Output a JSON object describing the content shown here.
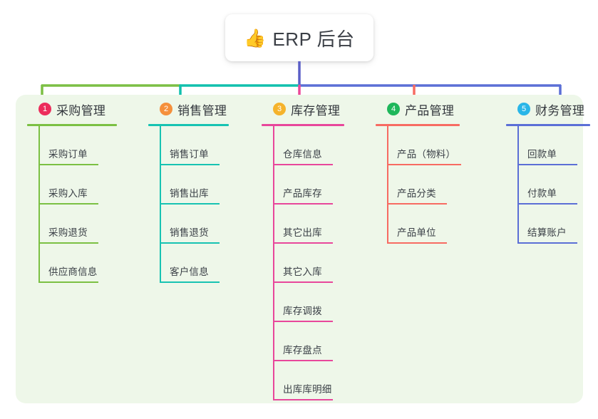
{
  "root": {
    "icon": "thumbs-up-icon",
    "emoji": "👍",
    "title": "ERP 后台"
  },
  "panel": {
    "background_color": "#eef7e9"
  },
  "columns": [
    {
      "number": "1",
      "title": "采购管理",
      "badge_color": "#ec2d5b",
      "rule_color": "#7bc043",
      "connector_color": "#7cbf44",
      "items": [
        {
          "label": "采购订单"
        },
        {
          "label": "采购入库"
        },
        {
          "label": "采购退货"
        },
        {
          "label": "供应商信息"
        }
      ]
    },
    {
      "number": "2",
      "title": "销售管理",
      "badge_color": "#f5903c",
      "rule_color": "#17c3b2",
      "connector_color": "#11c0ad",
      "items": [
        {
          "label": "销售订单"
        },
        {
          "label": "销售出库"
        },
        {
          "label": "销售退货"
        },
        {
          "label": "客户信息"
        }
      ]
    },
    {
      "number": "3",
      "title": "库存管理",
      "badge_color": "#f5b32c",
      "rule_color": "#e8479b",
      "connector_color": "#ec4899",
      "items": [
        {
          "label": "仓库信息"
        },
        {
          "label": "产品库存"
        },
        {
          "label": "其它出库"
        },
        {
          "label": "其它入库"
        },
        {
          "label": "库存调拨"
        },
        {
          "label": "库存盘点"
        },
        {
          "label": "出库库明细"
        }
      ]
    },
    {
      "number": "4",
      "title": "产品管理",
      "badge_color": "#1fb75b",
      "rule_color": "#f76b62",
      "connector_color": "#f76b62",
      "items": [
        {
          "label": "产品（物料）"
        },
        {
          "label": "产品分类"
        },
        {
          "label": "产品单位"
        }
      ]
    },
    {
      "number": "5",
      "title": "财务管理",
      "badge_color": "#29b6e8",
      "rule_color": "#5b6fd6",
      "connector_color": "#5b6fd6",
      "items": [
        {
          "label": "回款单"
        },
        {
          "label": "付款单"
        },
        {
          "label": "结算账户"
        }
      ]
    }
  ],
  "connectors": {
    "trunk_color": "#5b5fc7",
    "bus_segments": [
      {
        "color": "#7cbf44"
      },
      {
        "color": "#11c0ad"
      },
      {
        "color": "#5b6fd6"
      }
    ]
  }
}
